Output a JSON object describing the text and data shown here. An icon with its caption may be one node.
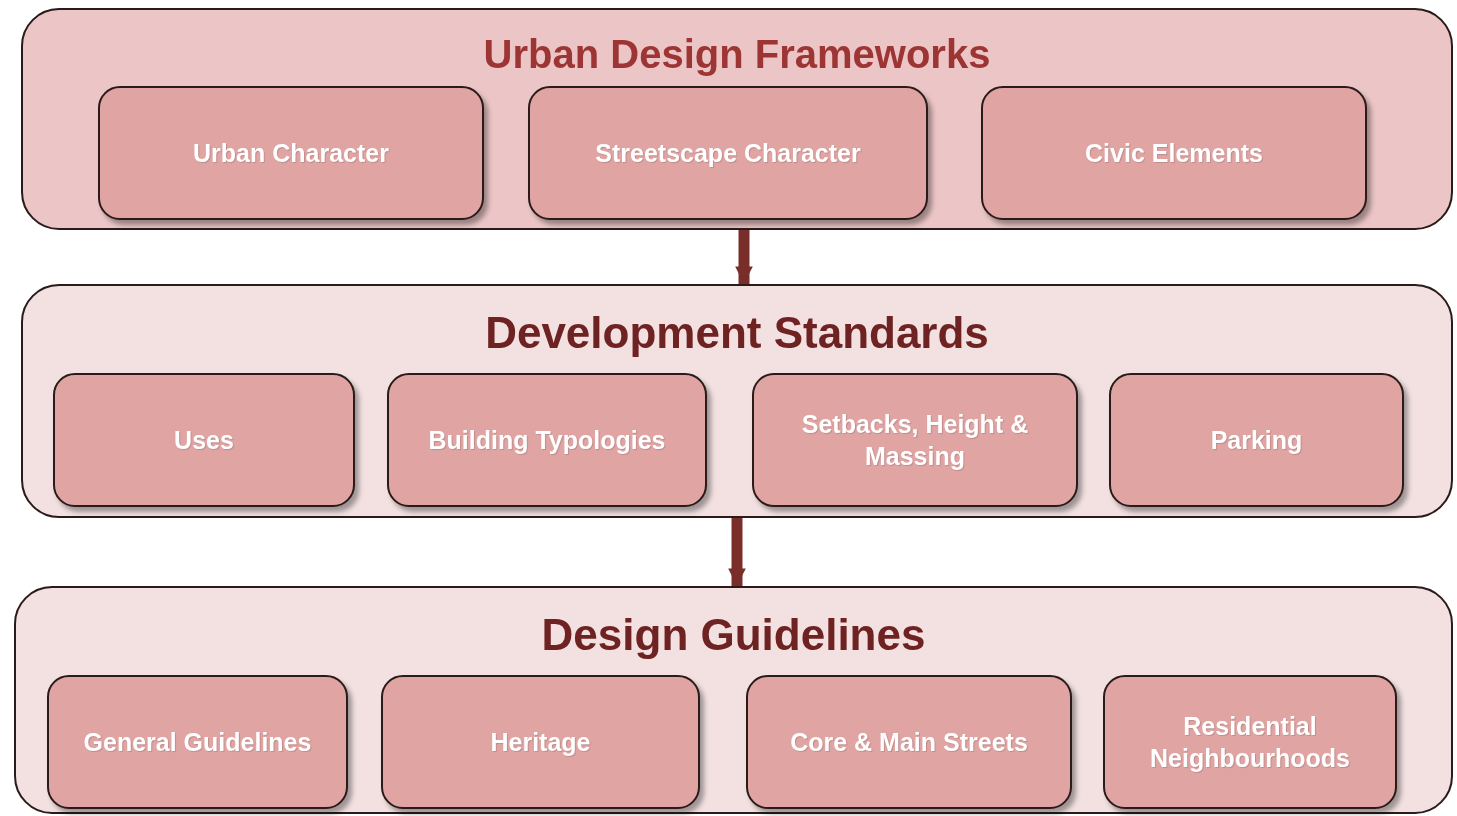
{
  "diagram": {
    "nodes": [
      {
        "text": [
          "Urban Design Frameworks"
        ]
      },
      {
        "text": [
          "Urban Character"
        ],
        "in": 0
      },
      {
        "text": [
          "Streetscape Character"
        ],
        "in": 0
      },
      {
        "text": [
          "Civic Elements"
        ],
        "in": 0
      },
      {
        "text": [
          "Development Standards"
        ]
      },
      {
        "text": [
          "Uses"
        ],
        "in": 4
      },
      {
        "text": [
          "Building Typologies"
        ],
        "in": 4
      },
      {
        "text": [
          "Setbacks, Height & Massing"
        ],
        "in": 4
      },
      {
        "text": [
          "Parking"
        ],
        "in": 4
      },
      {
        "text": [
          "Design Guidelines"
        ]
      },
      {
        "text": [
          "General Guidelines"
        ],
        "in": 9
      },
      {
        "text": [
          "Heritage"
        ],
        "in": 9
      },
      {
        "text": [
          "Core & Main Streets"
        ],
        "in": 9
      },
      {
        "text": [
          "Residential Neighbourhoods"
        ],
        "in": 9
      }
    ],
    "edges": [
      {
        "from": 0,
        "to": 4,
        "arrow": "to"
      },
      {
        "from": 4,
        "to": 9,
        "arrow": "to"
      }
    ]
  }
}
